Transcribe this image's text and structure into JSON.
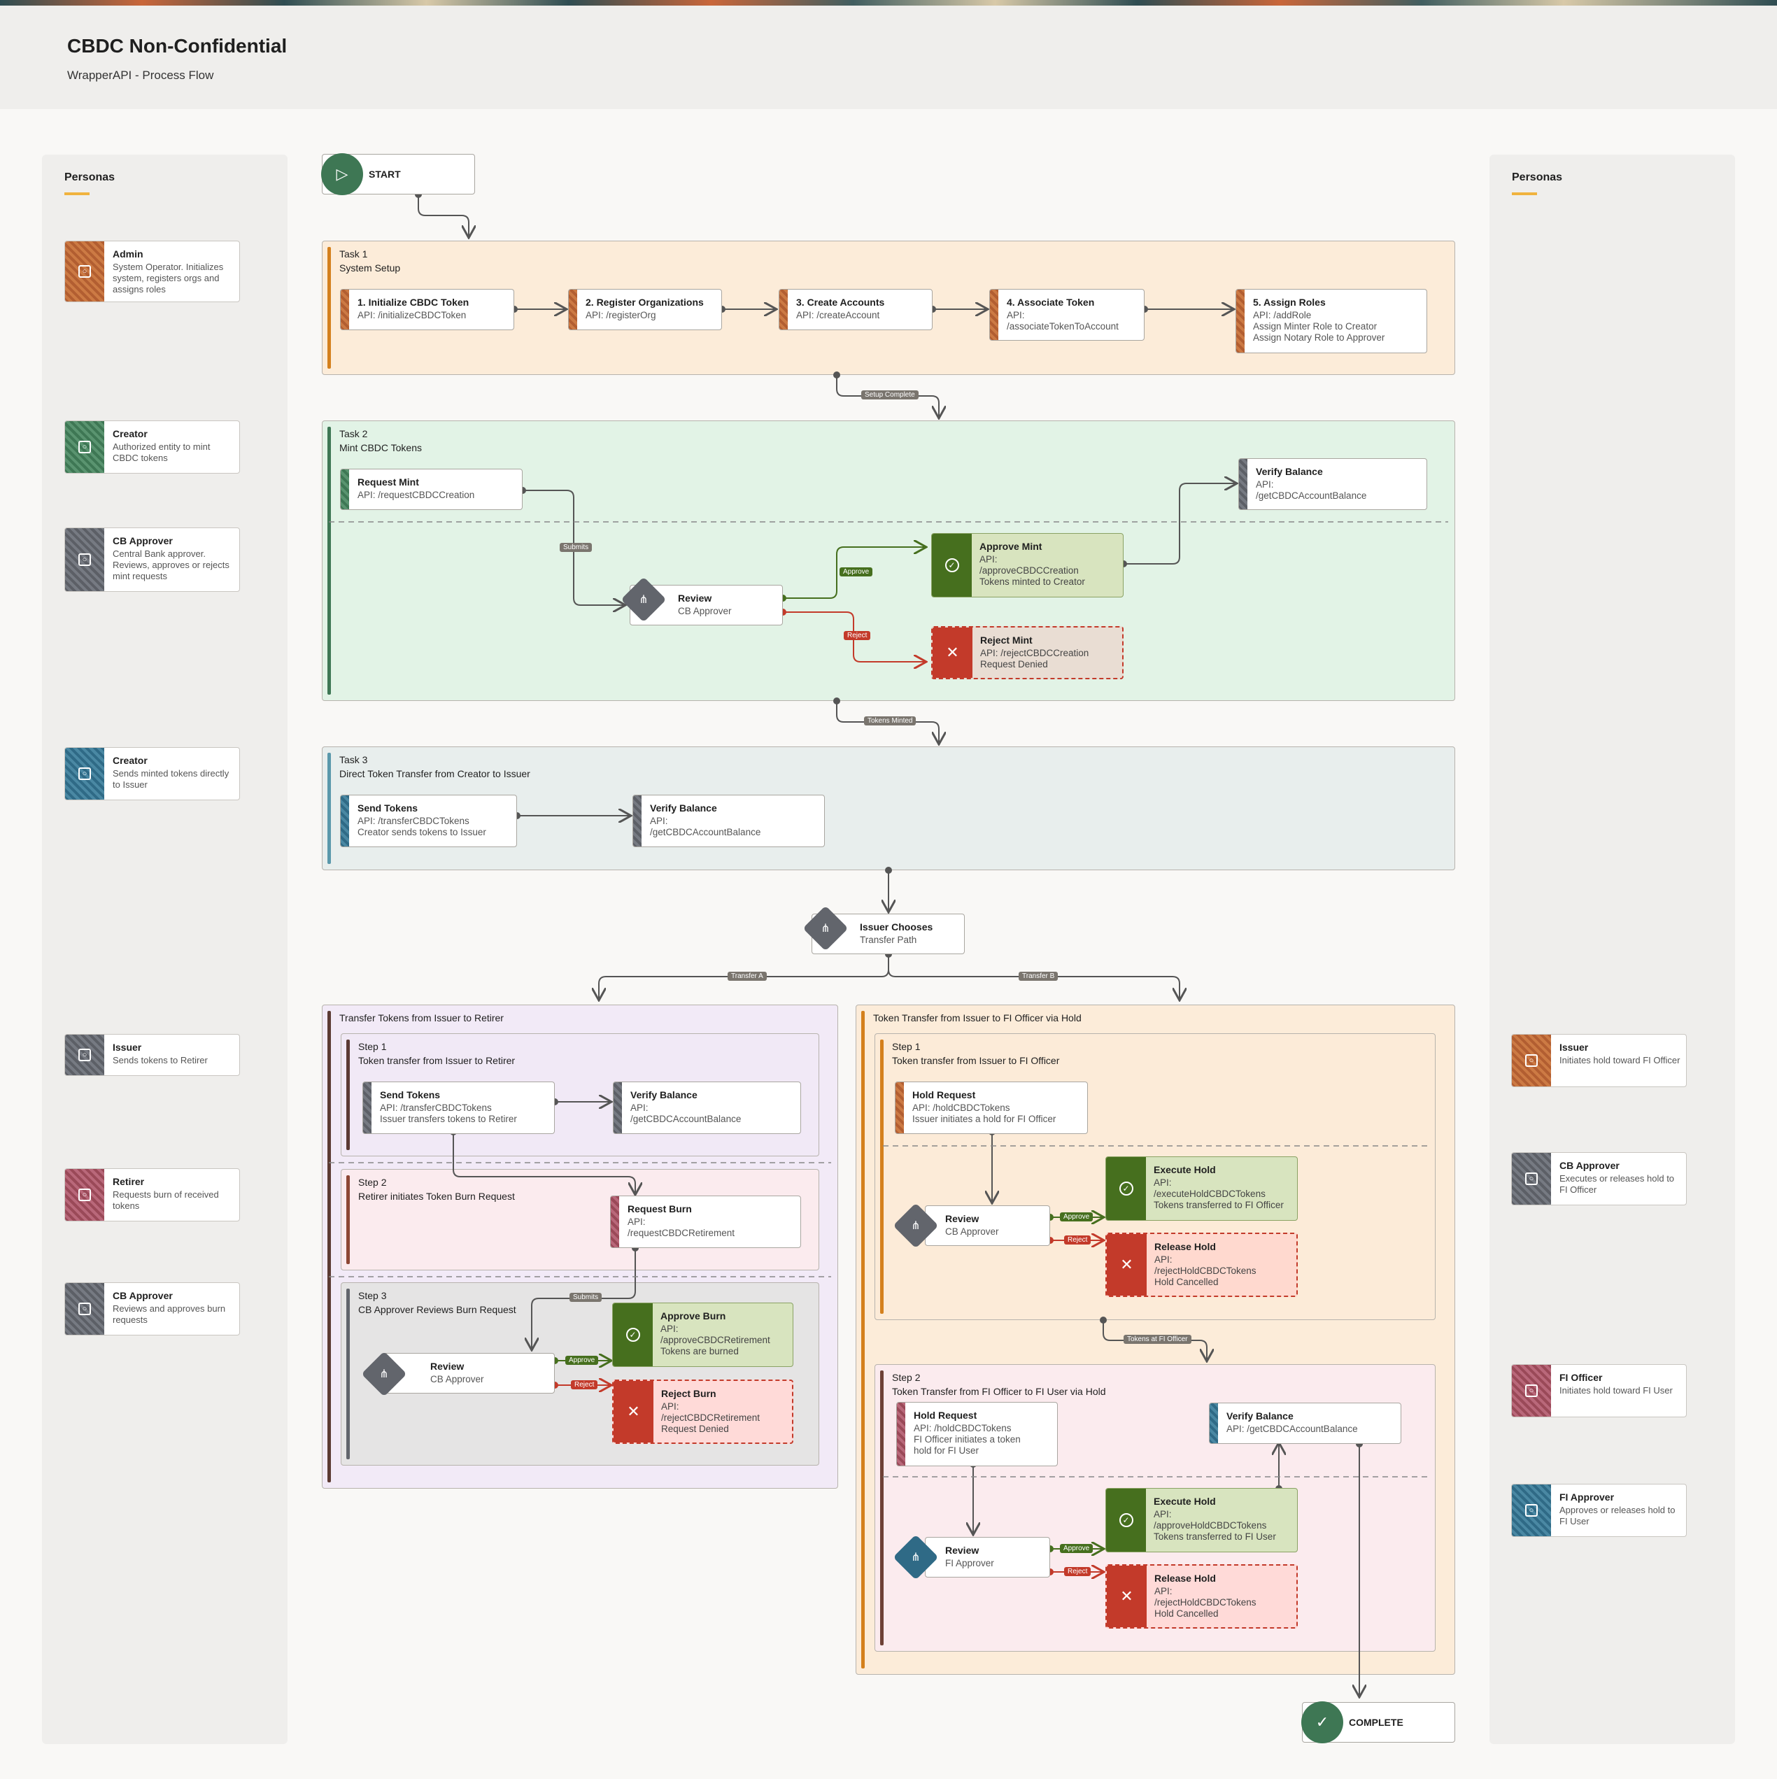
{
  "header": {
    "title": "CBDC Non-Confidential",
    "subtitle": "WrapperAPI - Process Flow"
  },
  "colors": {
    "approve": "#466f1e",
    "reject": "#c33a2a",
    "task1_bg": "#fcecd9",
    "task2_bg": "#e2f3e6",
    "task3_bg": "#e8eeed",
    "purple_bg": "#f2eaf7",
    "accent": "#f0b33e"
  },
  "personas_left": {
    "heading": "Personas",
    "items": [
      {
        "title": "Admin",
        "desc": "System Operator. Initializes system, registers orgs and assigns roles",
        "icon": "user-icon"
      },
      {
        "title": "Creator",
        "desc": "Authorized entity to mint CBDC tokens",
        "icon": "user-icon"
      },
      {
        "title": "CB Approver",
        "desc": "Central Bank approver. Reviews, approves or rejects mint requests",
        "icon": "user-icon"
      },
      {
        "title": "Creator",
        "desc": "Sends minted tokens directly to Issuer",
        "icon": "user-icon"
      },
      {
        "title": "Issuer",
        "desc": "Sends tokens to Retirer",
        "icon": "user-icon"
      },
      {
        "title": "Retirer",
        "desc": "Requests burn of received tokens",
        "icon": "user-icon"
      },
      {
        "title": "CB Approver",
        "desc": "Reviews and approves burn requests",
        "icon": "user-icon"
      }
    ]
  },
  "personas_right": {
    "heading": "Personas",
    "items": [
      {
        "title": "Issuer",
        "desc": "Initiates hold toward FI Officer",
        "icon": "user-icon"
      },
      {
        "title": "CB Approver",
        "desc": "Executes or releases hold to FI Officer",
        "icon": "user-icon"
      },
      {
        "title": "FI Officer",
        "desc": "Initiates hold toward FI User",
        "icon": "user-icon"
      },
      {
        "title": "FI Approver",
        "desc": "Approves or releases hold to FI User",
        "icon": "user-icon"
      }
    ]
  },
  "start": {
    "label": "START",
    "icon": "play-icon"
  },
  "complete": {
    "label": "COMPLETE",
    "icon": "check-icon"
  },
  "task1": {
    "label": "Task 1",
    "title": "System Setup",
    "nodes": [
      {
        "title": "1. Initialize CBDC Token",
        "desc": "API: /initializeCBDCToken"
      },
      {
        "title": "2. Register Organizations",
        "desc": "API: /registerOrg"
      },
      {
        "title": "3. Create Accounts",
        "desc": "API: /createAccount"
      },
      {
        "title": "4. Associate Token",
        "desc": "API:\n/associateTokenToAccount"
      },
      {
        "title": "5. Assign Roles",
        "desc": "API: /addRole\nAssign Minter Role to Creator\nAssign Notary Role to Approver"
      }
    ],
    "out_tag": "Setup Complete"
  },
  "task2": {
    "label": "Task 2",
    "title": "Mint CBDC Tokens",
    "request": {
      "title": "Request Mint",
      "desc": "API: /requestCBDCCreation"
    },
    "verify": {
      "title": "Verify Balance",
      "desc": "API:\n/getCBDCAccountBalance"
    },
    "review": {
      "title": "Review",
      "desc": "CB Approver"
    },
    "approve": {
      "title": "Approve Mint",
      "desc": "API:\n/approveCBDCCreation\nTokens minted to Creator"
    },
    "reject": {
      "title": "Reject Mint",
      "desc": "API: /rejectCBDCCreation\nRequest Denied"
    },
    "tags": {
      "submits": "Submits",
      "approve": "Approve",
      "reject": "Reject"
    },
    "out_tag": "Tokens Minted"
  },
  "task3": {
    "label": "Task 3",
    "title": "Direct Token Transfer from Creator to Issuer",
    "send": {
      "title": "Send Tokens",
      "desc": "API: /transferCBDCTokens\nCreator sends tokens to Issuer"
    },
    "verify": {
      "title": "Verify Balance",
      "desc": "API:\n/getCBDCAccountBalance"
    }
  },
  "chooser": {
    "title": "Issuer Chooses",
    "desc": "Transfer Path",
    "tag_a": "Transfer A",
    "tag_b": "Transfer B"
  },
  "retirer": {
    "title": "Transfer Tokens from Issuer to Retirer",
    "step1": {
      "label": "Step 1",
      "title": "Token transfer from Issuer to Retirer",
      "send": {
        "title": "Send Tokens",
        "desc": "API: /transferCBDCTokens\nIssuer transfers tokens to Retirer"
      },
      "verify": {
        "title": "Verify Balance",
        "desc": "API:\n/getCBDCAccountBalance"
      }
    },
    "step2": {
      "label": "Step 2",
      "title": "Retirer initiates Token Burn Request",
      "burn": {
        "title": "Request Burn",
        "desc": "API:\n/requestCBDCRetirement"
      }
    },
    "step3": {
      "label": "Step 3",
      "title": "CB Approver Reviews Burn Request",
      "review": {
        "title": "Review",
        "desc": "CB Approver"
      },
      "approve": {
        "title": "Approve Burn",
        "desc": "API:\n/approveCBDCRetirement\nTokens are burned"
      },
      "reject": {
        "title": "Reject Burn",
        "desc": "API:\n/rejectCBDCRetirement\nRequest Denied"
      }
    },
    "tags": {
      "submits": "Submits",
      "approve": "Approve",
      "reject": "Reject"
    }
  },
  "hold": {
    "title": "Token Transfer from Issuer to FI Officer via Hold",
    "step1": {
      "label": "Step 1",
      "title": "Token transfer from Issuer to FI Officer",
      "request": {
        "title": "Hold Request",
        "desc": "API: /holdCBDCTokens\nIssuer initiates a hold for FI Officer"
      },
      "review": {
        "title": "Review",
        "desc": "CB Approver"
      },
      "execute": {
        "title": "Execute Hold",
        "desc": "API:\n/executeHoldCBDCTokens\nTokens transferred to FI Officer"
      },
      "release": {
        "title": "Release Hold",
        "desc": "API:\n/rejectHoldCBDCTokens\nHold Cancelled"
      }
    },
    "mid_tag": "Tokens at FI Officer",
    "step2": {
      "label": "Step 2",
      "title": "Token Transfer from FI Officer to FI User via Hold",
      "request": {
        "title": "Hold Request",
        "desc": "API: /holdCBDCTokens\nFI Officer initiates a token\nhold for FI User"
      },
      "verify": {
        "title": "Verify Balance",
        "desc": "API: /getCBDCAccountBalance"
      },
      "review": {
        "title": "Review",
        "desc": "FI Approver"
      },
      "execute": {
        "title": "Execute Hold",
        "desc": "API:\n/approveHoldCBDCTokens\nTokens transferred to FI User"
      },
      "release": {
        "title": "Release Hold",
        "desc": "API:\n/rejectHoldCBDCTokens\nHold Cancelled"
      }
    },
    "tags": {
      "approve": "Approve",
      "reject": "Reject"
    }
  }
}
